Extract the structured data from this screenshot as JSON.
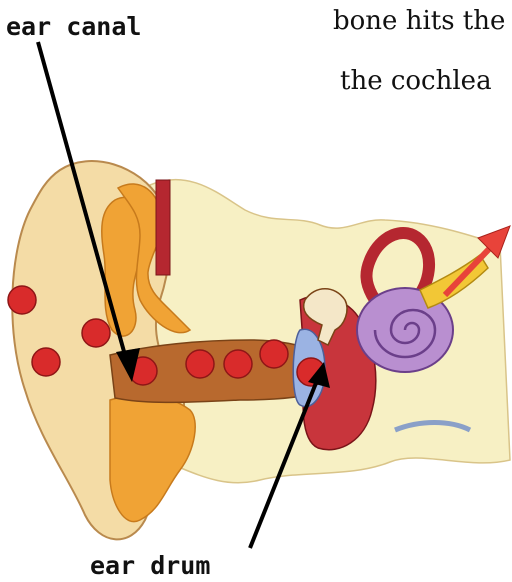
{
  "labels": {
    "ear_canal": "ear canal",
    "ear_drum": "ear drum",
    "text_line_1": "bone hits the",
    "text_line_2": "the cochlea"
  },
  "colors": {
    "skin": "#f4dca6",
    "cartilage_orange": "#f0a335",
    "canal_brown": "#b8692e",
    "tissue_pale": "#f7f0c4",
    "cochlea_purple": "#b98fd0",
    "muscle_red": "#b52730",
    "sound_ball_red": "#d92b2b",
    "arrow_red": "#e8433a",
    "nerve_yellow": "#f2c736",
    "drum_blue": "#9bb3e3"
  },
  "icons": [
    "sound-ball",
    "outgoing-signal-arrow"
  ]
}
